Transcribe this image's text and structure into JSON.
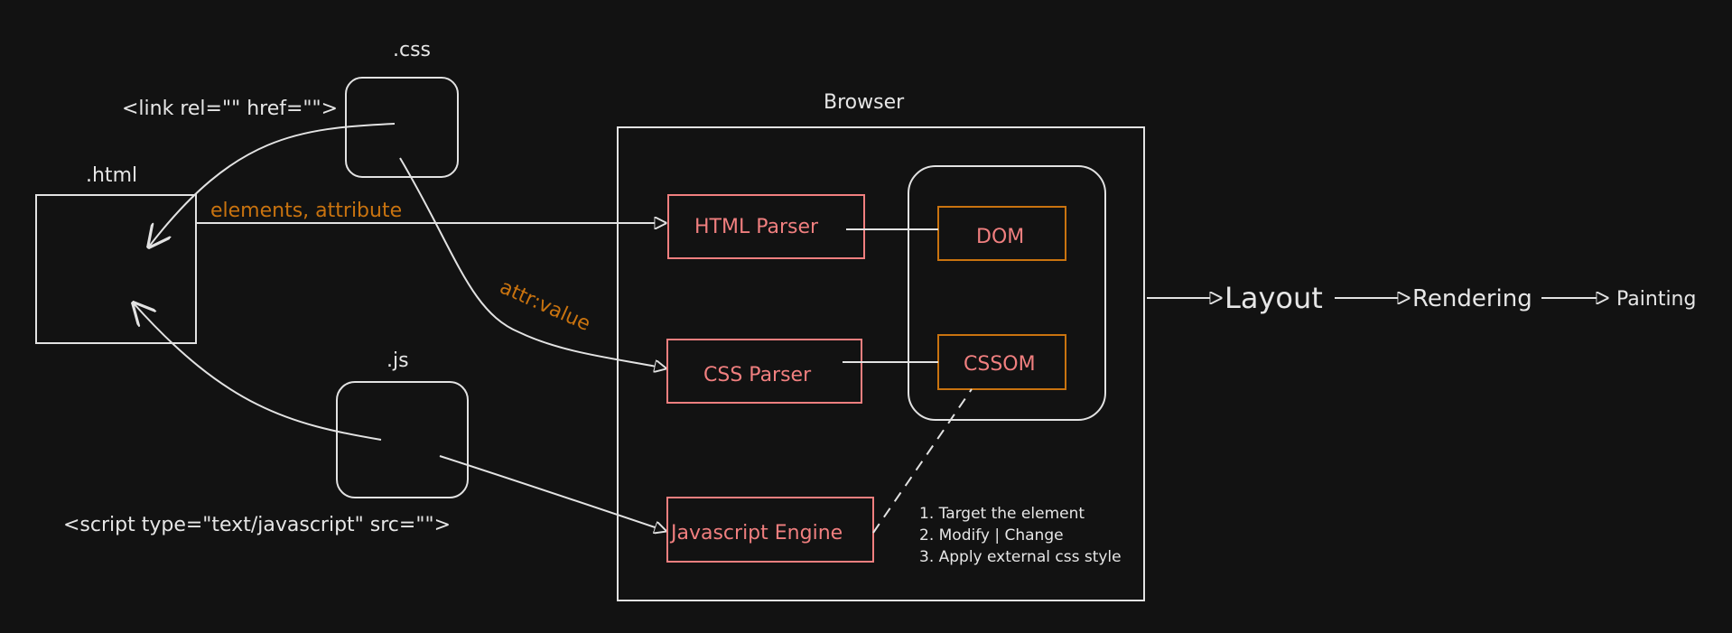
{
  "files": {
    "css_label": ".css",
    "html_label": ".html",
    "js_label": ".js",
    "link_tag": "<link rel=\"\" href=\"\">",
    "script_tag": "<script type=\"text/javascript\" src=\"\">"
  },
  "edges": {
    "elements_attribute": "elements, attribute",
    "attr_value": "attr:value"
  },
  "browser": {
    "title": "Browser",
    "html_parser": "HTML Parser",
    "css_parser": "CSS Parser",
    "js_engine": "Javascript Engine",
    "dom": "DOM",
    "cssom": "CSSOM",
    "steps": [
      "1. Target the element",
      "2. Modify | Change",
      "3. Apply external css style"
    ]
  },
  "pipeline": {
    "layout": "Layout",
    "rendering": "Rendering",
    "painting": "Painting"
  },
  "colors": {
    "background": "#121212",
    "stroke": "#e2e2e2",
    "parser": "#f07f7f",
    "object_model": "#c9730f"
  }
}
